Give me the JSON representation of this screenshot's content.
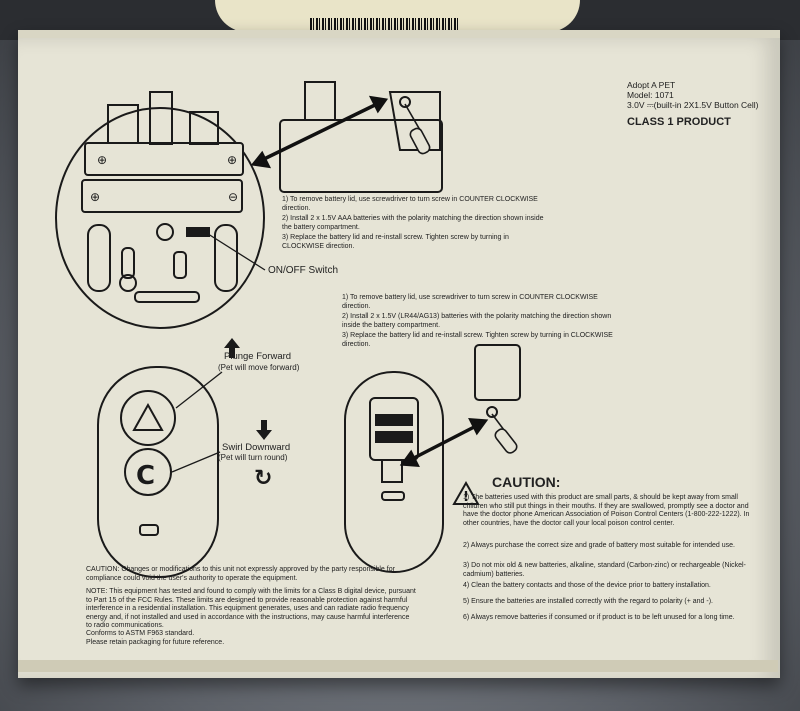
{
  "product": {
    "name": "Adopt A PET",
    "model": "Model: 1071",
    "power": "3.0V ⎓(built-in 2X1.5V Button Cell)",
    "class": "CLASS 1 PRODUCT"
  },
  "top_instructions": [
    "1) To remove battery lid, use screwdriver to turn screw in COUNTER CLOCKWISE direction.",
    "2) Install 2 x 1.5V AAA batteries with the polarity matching the direction shown inside the battery compartment.",
    "3) Replace the battery lid and re-install screw. Tighten screw by turning in CLOCKWISE direction."
  ],
  "on_off_label": "ON/OFF Switch",
  "remote_instructions": [
    "1) To remove battery lid, use screwdriver to turn screw in COUNTER CLOCKWISE direction.",
    "2) Install 2 x 1.5V (LR44/AG13) batteries with the polarity matching the direction shown inside the battery compartment.",
    "3) Replace the battery lid and re-install screw. Tighten screw by turning in CLOCKWISE direction."
  ],
  "plunge": {
    "title": "Plunge Forward",
    "sub": "(Pet will move forward)"
  },
  "swirl": {
    "title": "Swirl Downward",
    "sub": "(Pet will turn round)"
  },
  "caution": {
    "title": "CAUTION:",
    "items": [
      "1) The batteries used with this product are small parts, & should be kept away from small children who still put things in their mouths. If they are swallowed, promptly see a doctor and have the doctor phone American Association of Poison Control Centers (1-800-222-1222). In other countries, have the doctor call your local poison control center.",
      "2) Always purchase the correct size and grade of battery most suitable for intended use.",
      "3) Do not mix old & new batteries, alkaline, standard (Carbon-zinc) or rechargeable (Nickel-cadmium) batteries.",
      "4) Clean the battery contacts and those of the device prior to battery installation.",
      "5) Ensure the batteries are installed correctly with the regard to polarity (+ and -).",
      "6) Always remove batteries if consumed or if product is to be left unused for a long time."
    ]
  },
  "fcc": {
    "caution": "CAUTION: Changes or modifications to this unit not expressly approved by the party responsible for compliance could void the user's authority to operate the equipment.",
    "note": "NOTE: This equipment has tested and found to comply with the limits for a Class B digital device, pursuant to Part 15 of the FCC Rules. These limits are designed to provide reasonable protection against harmful interference in a residential installation. This equipment generates, uses and can radiate radio frequency energy and, if not installed and used in accordance with the instructions, may cause harmful interference to radio communications.",
    "astm": "Conforms to ASTM F963 standard.",
    "retain": "Please retain packaging for future reference."
  }
}
